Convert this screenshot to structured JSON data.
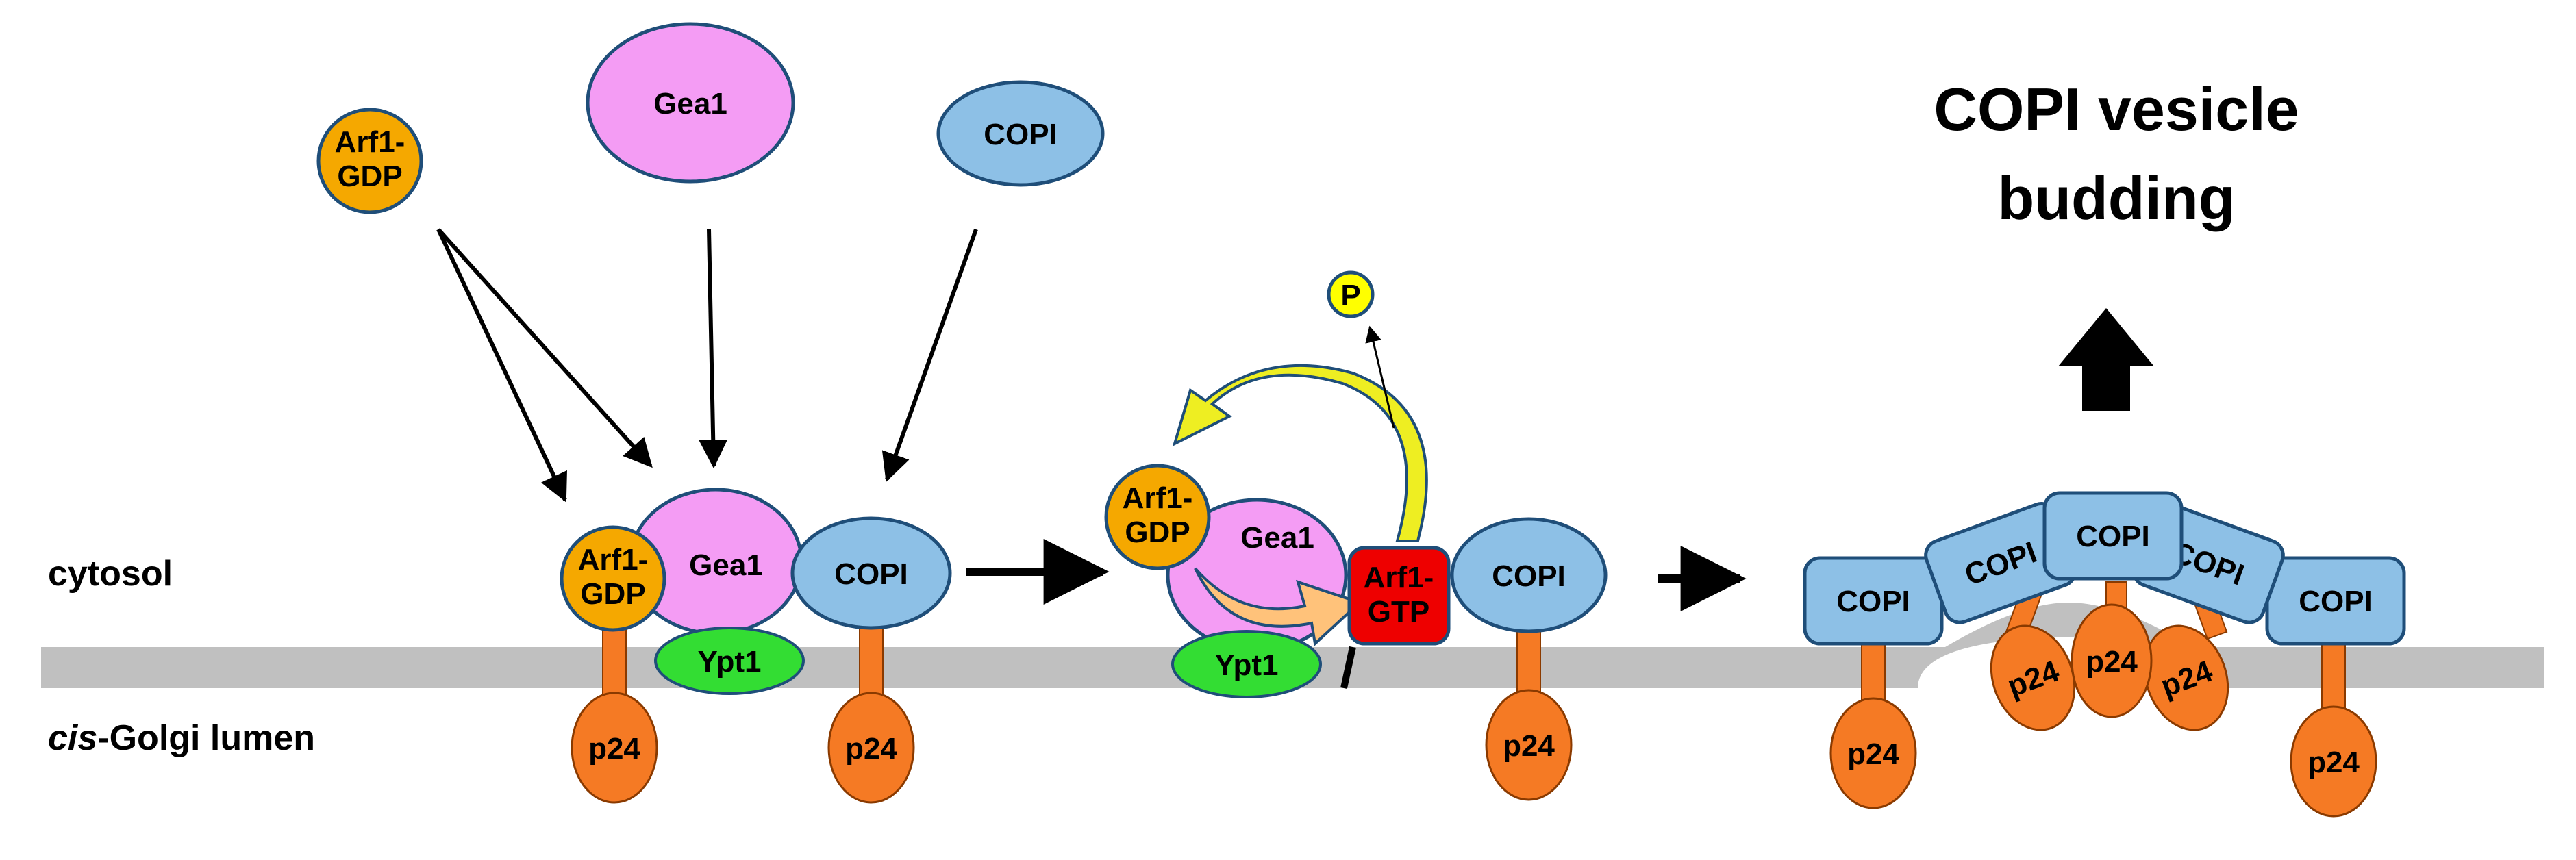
{
  "title": {
    "line1": "COPI vesicle",
    "line2": "budding"
  },
  "side_labels": {
    "cytosol": "cytosol",
    "lumen_italic": "cis",
    "lumen_rest": "-Golgi lumen"
  },
  "labels": {
    "arf1": "Arf1-",
    "gdp": "GDP",
    "gtp": "GTP",
    "gea1": "Gea1",
    "copi": "COPI",
    "ypt1": "Ypt1",
    "p24": "p24",
    "phosphate": "P"
  },
  "colors": {
    "membrane": "#c0c0c0",
    "arf_gdp": "#f5a800",
    "arf_gtp": "#ee0000",
    "gea1": "#f49cf4",
    "copi": "#8dc0e6",
    "ypt1": "#33dd33",
    "p24": "#f57a24",
    "phosphate": "#ffff00",
    "exchange_arrow": "#ffc27a",
    "recycle_arrow": "#eeee22"
  }
}
